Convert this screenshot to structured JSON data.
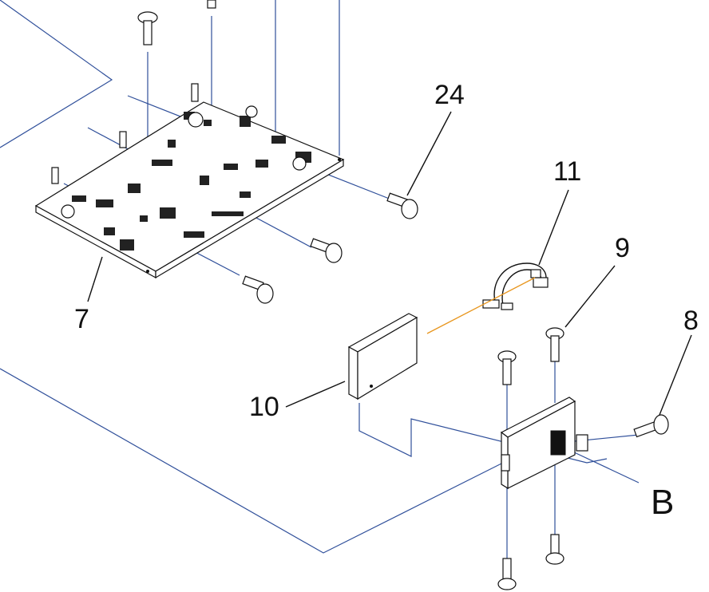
{
  "diagram": {
    "title": "Exploded parts diagram",
    "callouts": {
      "label_24": "24",
      "label_11": "11",
      "label_9": "9",
      "label_8": "8",
      "label_7": "7",
      "label_10": "10",
      "label_B": "B"
    },
    "colors": {
      "leader_blue": "#2f4f9a",
      "leader_black": "#111111",
      "cable_orange": "#e8961e",
      "background": "#ffffff"
    }
  }
}
